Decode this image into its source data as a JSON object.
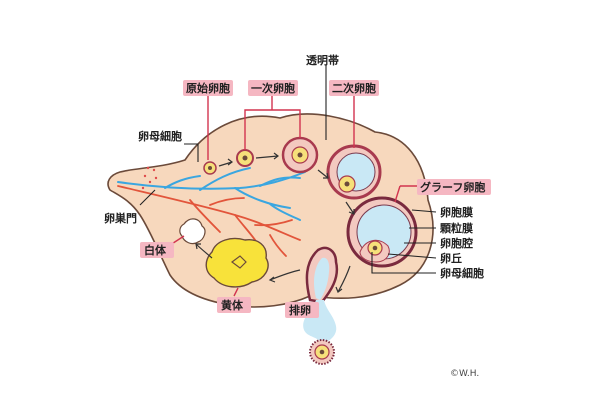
{
  "labels": {
    "zona_pellucida": "透明帯",
    "primordial_follicle": "原始卵胞",
    "primary_follicle": "一次卵胞",
    "secondary_follicle": "二次卵胞",
    "oocyte_left": "卵母細胞",
    "graafian_follicle": "グラーフ卵胞",
    "hilum": "卵巣門",
    "corpus_albicans": "白体",
    "theca": "卵胞膜",
    "granulosa": "顆粒膜",
    "antrum": "卵胞腔",
    "cumulus": "卵丘",
    "oocyte_right": "卵母細胞",
    "corpus_luteum": "黄体",
    "ovulation": "排卵",
    "credit": "©W.H."
  },
  "colors": {
    "ovary_fill": "#f7d8bd",
    "ovary_stroke": "#6b4a3a",
    "label_box": "#f5b7c2",
    "leader": "#d2344f",
    "vein": "#3aa6e0",
    "artery": "#e2553b",
    "corpus_luteum": "#f8e23a",
    "follicle_ring": "#a83a4e",
    "antrum": "#c9e8f5",
    "oocyte_fill": "#f6e07a"
  }
}
